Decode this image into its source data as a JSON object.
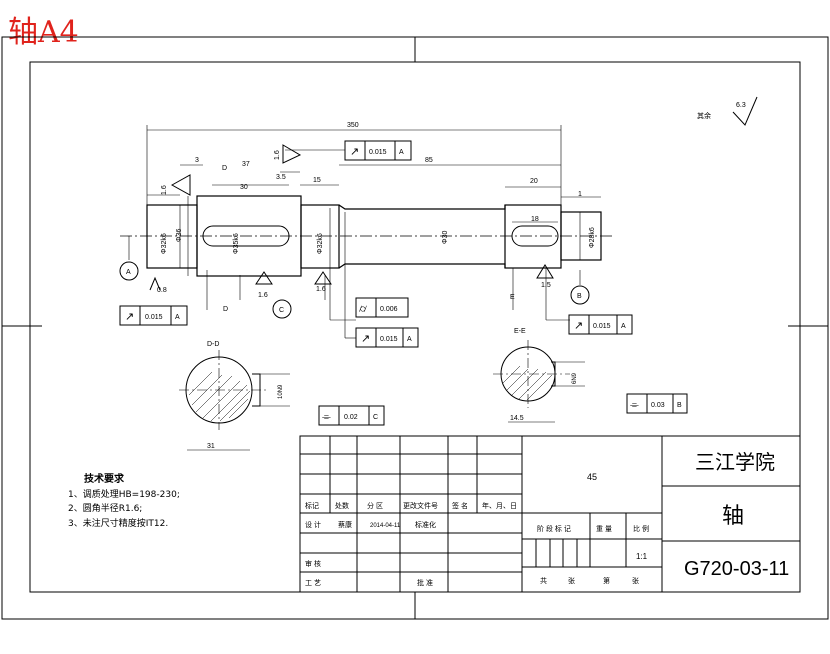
{
  "header": {
    "title": "轴A4"
  },
  "notes": {
    "title": "技术要求",
    "items": [
      "1、调质处理HB=198-230;",
      "2、圆角半径R1.6;",
      "3、未注尺寸精度按IT12."
    ]
  },
  "roughness_other": {
    "label": "其余",
    "value": "6.3"
  },
  "dims": {
    "d350": "350",
    "d85": "85",
    "d3": "3",
    "dD": "D",
    "d37": "37",
    "d30": "30",
    "d3_5": "3.5",
    "d15": "15",
    "d20": "20",
    "d1": "1",
    "d18": "18",
    "phi_a": "Φ32k6",
    "phi_b": "Φ36",
    "phi_c": "Φ35k6",
    "phi_d": "Φ32k6",
    "phi_e": "Φ30",
    "phi_f": "Φ28k6",
    "r16a": "1.6",
    "r16b": "1.6",
    "r08": "0.8",
    "r16c": "1.6",
    "r16d": "1.6",
    "r15": "1.5",
    "r16e": "1.6",
    "sec1": "D-D",
    "sec2": "E-E",
    "sec1_dim": "31",
    "sec2_dim": "14.5",
    "sec1_k": "10N9",
    "sec2_k": "6N9",
    "letter_a": "A",
    "letter_b": "B",
    "letter_c": "C",
    "label_d": "D",
    "label_e": "E"
  },
  "tolerances": {
    "t1": {
      "sym": "↗",
      "val": "0.015",
      "datum": "A"
    },
    "t2": {
      "sym": "↗",
      "val": "0.015",
      "datum": "A"
    },
    "t3": {
      "sym": "⌭",
      "val": "0.006"
    },
    "t4": {
      "sym": "↗",
      "val": "0.015",
      "datum": "A"
    },
    "t5": {
      "sym": "↗",
      "val": "0.015",
      "datum": "A"
    },
    "t6": {
      "sym": "⌯",
      "val": "0.02",
      "datum": "C"
    },
    "t7": {
      "sym": "⌯",
      "val": "0.03",
      "datum": "B"
    }
  },
  "title_block": {
    "material": "45",
    "school": "三江学院",
    "part_name": "轴",
    "drawing_no": "G720-03-11",
    "scale": "1:1",
    "h_mark": "标记",
    "h_count": "处数",
    "h_zone": "分 区",
    "h_doc": "更改文件号",
    "h_sign": "签 名",
    "h_date": "年、月、日",
    "h_design": "设 计",
    "designer": "蔡康",
    "design_date": "2014-04-11",
    "h_std": "标准化",
    "h_stage": "阶 段 标 记",
    "h_weight": "重 量",
    "h_scale": "比 例",
    "h_review": "审 核",
    "h_process": "工 艺",
    "h_approve": "批 准",
    "h_total": "共",
    "h_sheets": "张",
    "h_page": "第",
    "h_sheet": "张"
  }
}
